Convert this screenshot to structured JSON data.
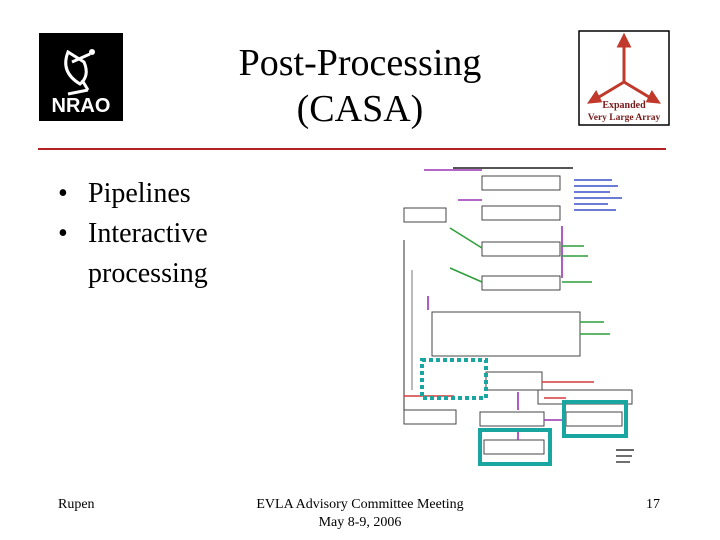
{
  "slide": {
    "title_line1": "Post-Processing",
    "title_line2": "(CASA)",
    "bullets": [
      {
        "text": "Pipelines"
      },
      {
        "text": "Interactive",
        "continuation": "processing"
      }
    ],
    "bullet_glyph": "•"
  },
  "logos": {
    "left": {
      "icon": "nrao-logo-icon",
      "text": "NRAO"
    },
    "right": {
      "icon": "evla-tripod-icon",
      "line1": "Expanded",
      "line2": "Very Large Array",
      "accent": "#c0392b"
    }
  },
  "diagram": {
    "icon": "evla-data-flow-diagram",
    "highlight_color": "#1aa6a0"
  },
  "footer": {
    "left": "Rupen",
    "center_line1": "EVLA Advisory Committee Meeting",
    "center_line2": "May 8-9, 2006",
    "page_number": "17"
  },
  "colors": {
    "rule": "#b22222",
    "text": "#000000",
    "background": "#ffffff"
  }
}
